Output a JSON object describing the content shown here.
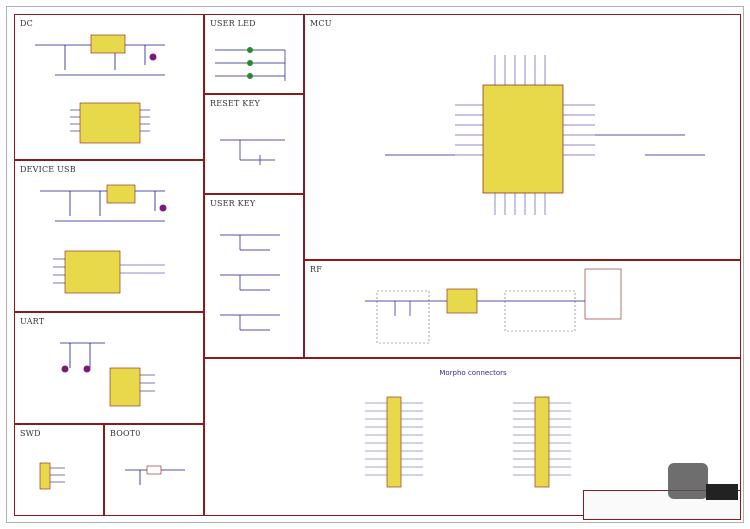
{
  "panels": {
    "dc": {
      "title": "DC"
    },
    "device_usb": {
      "title": "DEVICE USB"
    },
    "uart": {
      "title": "UART"
    },
    "swd": {
      "title": "SWD"
    },
    "boot0": {
      "title": "BOOT0"
    },
    "user_led": {
      "title": "USER LED"
    },
    "reset_key": {
      "title": "RESET KEY"
    },
    "user_key": {
      "title": "USER KEY"
    },
    "mcu": {
      "title": "MCU"
    },
    "rf": {
      "title": "RF"
    },
    "morpho": {
      "title": "Morpho connectors"
    }
  },
  "title_block": {
    "title": ""
  },
  "watermark": {
    "text": ""
  },
  "colors": {
    "border": "#8b1a1a",
    "wire": "#1a1a8a",
    "part": "#e8d94a",
    "led_green": "#2a8a2a",
    "led_purple": "#7a1a7a"
  }
}
